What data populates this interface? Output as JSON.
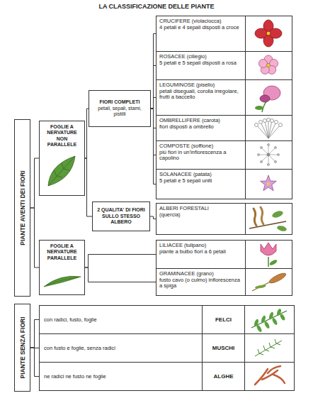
{
  "diagram": {
    "title": "LA CLASSIFICAZIONE DELLE PIANTE",
    "nodes": [
      {
        "text": [
          "PIANTE AVENTI DEI FIORI"
        ]
      },
      {
        "text": [
          "FOGLIE A NERVATURE NON PARALLELE"
        ]
      },
      {
        "text": [
          "FIORI COMPLETI",
          "petali, sepali, stami, pistilli"
        ]
      },
      {
        "text": [
          "CRUCIFERE (violaciocca)",
          "4 petali e 4 sepali disposti a croce"
        ]
      },
      {
        "text": [
          "ROSACEE (ciliegio)",
          "5 petali e 5 sepali disposti a rosa"
        ]
      },
      {
        "text": [
          "LEGUMINOSE (pisello)",
          "petali diseguali, corolla irregolare, frutti a baccello"
        ]
      },
      {
        "text": [
          "OMBRELLIFERE (carota)",
          "fiori disposti a ombrello"
        ]
      },
      {
        "text": [
          "COMPOSTE (soffione)",
          "più fiori in un'inflorescenza a capolino"
        ]
      },
      {
        "text": [
          "SOLANACEE (patata)",
          "5 petali e 5 sepali uniti"
        ]
      },
      {
        "text": [
          "2 QUALITA' DI FIORI SULLO STESSO ALBERO"
        ]
      },
      {
        "text": [
          "ALBERI FORESTALI",
          "(quercia)"
        ]
      },
      {
        "text": [
          "FOGLIE A NERVATURE PARALLELE"
        ]
      },
      {
        "text": [
          "LILIACEE (tulipano)",
          "piante a bulbo fiori a 6 petali"
        ]
      },
      {
        "text": [
          "GRAMINACEE (grano)",
          "fusto cavo (o culmo) inflorescenza a spiga"
        ]
      },
      {
        "text": [
          "PIANTE SENZA FIORI"
        ]
      },
      {
        "text": [
          "con radici, fusto, foglie",
          "FELCI"
        ]
      },
      {
        "text": [
          "con fusto e foglie, senza radici",
          "MUSCHI"
        ]
      },
      {
        "text": [
          "ne radici ne fusto ne foglie",
          "ALGHE"
        ]
      }
    ],
    "edges": [
      {
        "from": 0,
        "to": 1,
        "arrow": "none"
      },
      {
        "from": 0,
        "to": 11,
        "arrow": "none"
      },
      {
        "from": 1,
        "to": 2,
        "arrow": "none"
      },
      {
        "from": 1,
        "to": 9,
        "arrow": "none"
      },
      {
        "from": 2,
        "to": 3,
        "arrow": "none"
      },
      {
        "from": 2,
        "to": 4,
        "arrow": "none"
      },
      {
        "from": 2,
        "to": 5,
        "arrow": "none"
      },
      {
        "from": 2,
        "to": 6,
        "arrow": "none"
      },
      {
        "from": 2,
        "to": 7,
        "arrow": "none"
      },
      {
        "from": 2,
        "to": 8,
        "arrow": "none"
      },
      {
        "from": 9,
        "to": 10,
        "arrow": "none"
      },
      {
        "from": 11,
        "to": 12,
        "arrow": "none"
      },
      {
        "from": 11,
        "to": 13,
        "arrow": "none"
      },
      {
        "from": 14,
        "to": 15,
        "arrow": "none"
      },
      {
        "from": 14,
        "to": 16,
        "arrow": "none"
      },
      {
        "from": 14,
        "to": 17,
        "arrow": "none"
      }
    ]
  }
}
